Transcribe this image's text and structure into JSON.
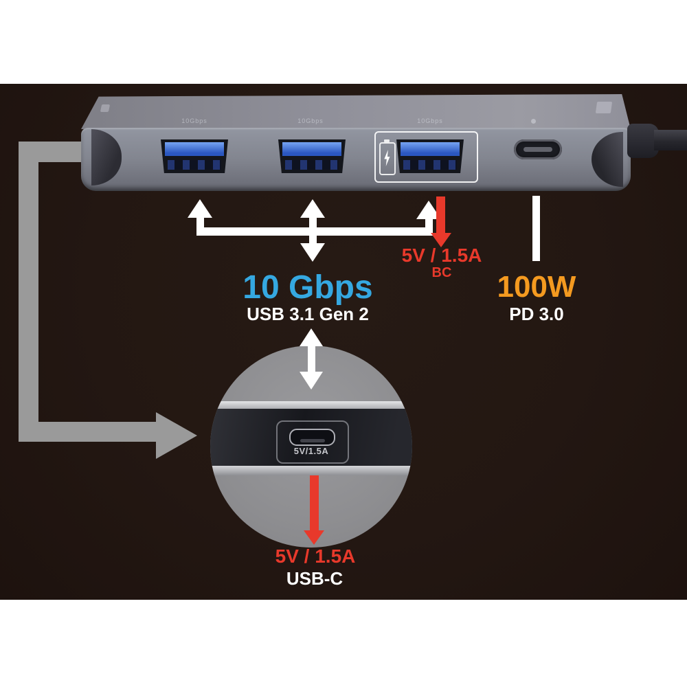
{
  "colors": {
    "panel_background": "#231712",
    "accent_blue": "#35a8e1",
    "accent_orange": "#f49a20",
    "accent_red": "#e8392b",
    "arrow_gray": "#9a9a9a",
    "arrow_white": "#ffffff"
  },
  "device": {
    "port_marks": [
      "10Gbps",
      "10Gbps",
      "10Gbps"
    ]
  },
  "callouts": {
    "usb_a_speed": {
      "value": "10 Gbps",
      "standard": "USB 3.1 Gen 2"
    },
    "battery_charging": {
      "value": "5V / 1.5A",
      "label": "BC"
    },
    "power_delivery": {
      "value": "100W",
      "standard": "PD 3.0"
    },
    "usb_c_upstream": {
      "value": "5V / 1.5A",
      "label": "USB-C"
    },
    "magnified_port_print": "5V/1.5A"
  }
}
